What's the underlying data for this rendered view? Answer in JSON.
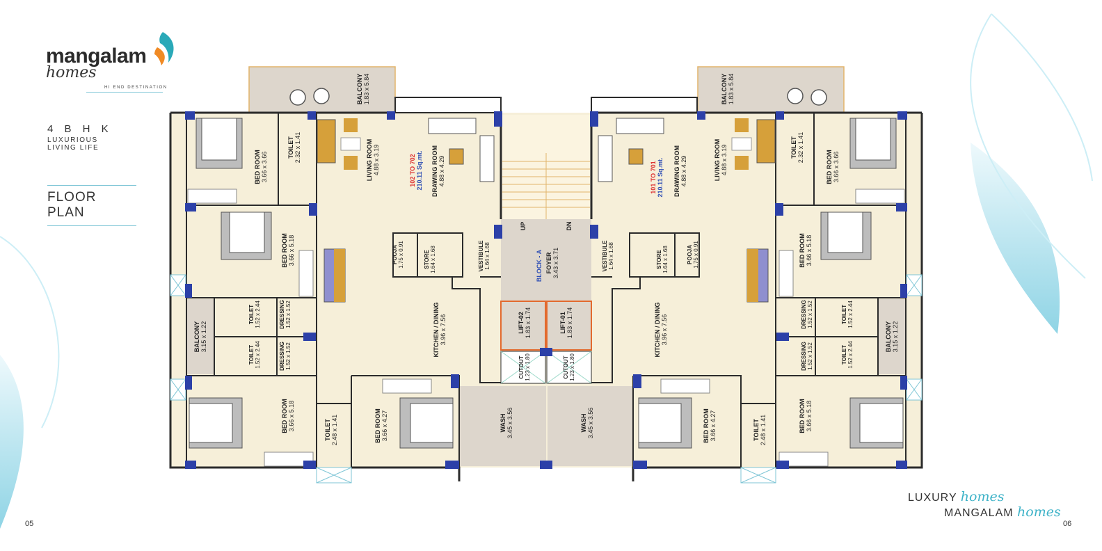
{
  "brand": {
    "name": "mangalam",
    "sub": "homes",
    "tagline": "HI END DESTINATION",
    "accent_teal": "#2aa9b8",
    "accent_orange": "#f08a24"
  },
  "heading": {
    "config": "4 B H K",
    "line1": "LUXURIOUS",
    "line2": "LIVING LIFE",
    "section": "FLOOR PLAN"
  },
  "footer": {
    "tagline1_prefix": "LUXURY",
    "tagline1_script": "homes",
    "tagline2_prefix": "MANGALAM",
    "tagline2_script": "homes",
    "page_left": "05",
    "page_right": "06"
  },
  "plan": {
    "rooms": [
      {
        "id": "bal-top-l",
        "name": "BALCONY",
        "dim": "1.83 x 5.84"
      },
      {
        "id": "bed-tl",
        "name": "BED ROOM",
        "dim": "3.66 x 3.66"
      },
      {
        "id": "toilet-tl",
        "name": "TOILET",
        "dim": "2.32 x 1.41"
      },
      {
        "id": "living-l",
        "name": "LIVING ROOM",
        "dim": "4.88 x 3.19"
      },
      {
        "id": "drawing-l",
        "name": "DRAWING ROOM",
        "dim": "4.88 x 4.29"
      },
      {
        "id": "bed-ml",
        "name": "BED ROOM",
        "dim": "3.66 x 5.18"
      },
      {
        "id": "pooja-l",
        "name": "POOJA",
        "dim": "1.75 x 0.91"
      },
      {
        "id": "store-l",
        "name": "STORE",
        "dim": "1.64 x 1.68"
      },
      {
        "id": "vest-l",
        "name": "VESTIBULE",
        "dim": "1.64 x 1.68"
      },
      {
        "id": "foyer",
        "name": "FOYER",
        "dim": "3.43 x 3.71"
      },
      {
        "id": "bal-side-l",
        "name": "BALCONY",
        "dim": "3.15 x 1.22"
      },
      {
        "id": "toilet-ml1",
        "name": "TOILET",
        "dim": "1.52 x 2.44"
      },
      {
        "id": "dress-ml1",
        "name": "DRESSING",
        "dim": "1.52 x 1.52"
      },
      {
        "id": "toilet-ml2",
        "name": "TOILET",
        "dim": "1.52 x 2.44"
      },
      {
        "id": "dress-ml2",
        "name": "DRESSING",
        "dim": "1.52 x 1.52"
      },
      {
        "id": "kitchen-l",
        "name": "KITCHEN / DINING",
        "dim": "3.96 x 7.56"
      },
      {
        "id": "lift-02",
        "name": "LIFT-02",
        "dim": "1.83 x 1.74"
      },
      {
        "id": "lift-01",
        "name": "LIFT-01",
        "dim": "1.83 x 1.74"
      },
      {
        "id": "cutout-l",
        "name": "CUTOUT",
        "dim": "1.23 x 1.80"
      },
      {
        "id": "cutout-r",
        "name": "CUTOUT",
        "dim": "1.23 x 1.80"
      },
      {
        "id": "bed-bl",
        "name": "BED ROOM",
        "dim": "3.66 x 5.18"
      },
      {
        "id": "toilet-bl",
        "name": "TOILET",
        "dim": "2.48 x 1.41"
      },
      {
        "id": "bed-bc-l",
        "name": "BED ROOM",
        "dim": "3.66 x 4.27"
      },
      {
        "id": "wash-l",
        "name": "WASH",
        "dim": "3.45 x 3.56"
      },
      {
        "id": "wash-r",
        "name": "WASH",
        "dim": "3.45 x 3.56"
      },
      {
        "id": "bed-bc-r",
        "name": "BED ROOM",
        "dim": "3.66 x 4.27"
      },
      {
        "id": "toilet-br",
        "name": "TOILET",
        "dim": "2.48 x 1.41"
      },
      {
        "id": "bed-br",
        "name": "BED ROOM",
        "dim": "3.66 x 5.18"
      },
      {
        "id": "kitchen-r",
        "name": "KITCHEN / DINING",
        "dim": "3.96 x 7.56"
      },
      {
        "id": "vest-r",
        "name": "VESTIBULE",
        "dim": "1.64 x 1.68"
      },
      {
        "id": "store-r",
        "name": "STORE",
        "dim": "1.64 x 1.68"
      },
      {
        "id": "pooja-r",
        "name": "POOJA",
        "dim": "1.75 x 0.91"
      },
      {
        "id": "drawing-r",
        "name": "DRAWING ROOM",
        "dim": "4.88 x 4.29"
      },
      {
        "id": "living-r",
        "name": "LIVING ROOM",
        "dim": "4.88 x 3.19"
      },
      {
        "id": "bal-top-r",
        "name": "BALCONY",
        "dim": "1.83 x 5.84"
      },
      {
        "id": "toilet-tr",
        "name": "TOILET",
        "dim": "2.32 x 1.41"
      },
      {
        "id": "bed-tr",
        "name": "BED ROOM",
        "dim": "3.66 x 3.66"
      },
      {
        "id": "bed-mr",
        "name": "BED ROOM",
        "dim": "3.66 x 5.18"
      },
      {
        "id": "dress-mr1",
        "name": "DRESSING",
        "dim": "1.52 x 1.52"
      },
      {
        "id": "toilet-mr1",
        "name": "TOILET",
        "dim": "1.52 x 2.44"
      },
      {
        "id": "dress-mr2",
        "name": "DRESSING",
        "dim": "1.52 x 1.52"
      },
      {
        "id": "toilet-mr2",
        "name": "TOILET",
        "dim": "1.52 x 2.44"
      },
      {
        "id": "bal-side-r",
        "name": "BALCONY",
        "dim": "3.15 x 1.22"
      }
    ],
    "unit_left": {
      "range": "102 TO 702",
      "area": "210.11 Sq.mt."
    },
    "unit_right": {
      "range": "101 TO 701",
      "area": "210.11 Sq.mt."
    },
    "block": "BLOCK - A",
    "stair_up": "UP",
    "stair_dn": "DN",
    "colors": {
      "floor": "#f6efd9",
      "balcony": "#ddd6cc",
      "wall": "#2b2b2b",
      "column": "#2c40a8",
      "range_red": "#d33030",
      "area_blue": "#2f4fb5"
    }
  }
}
